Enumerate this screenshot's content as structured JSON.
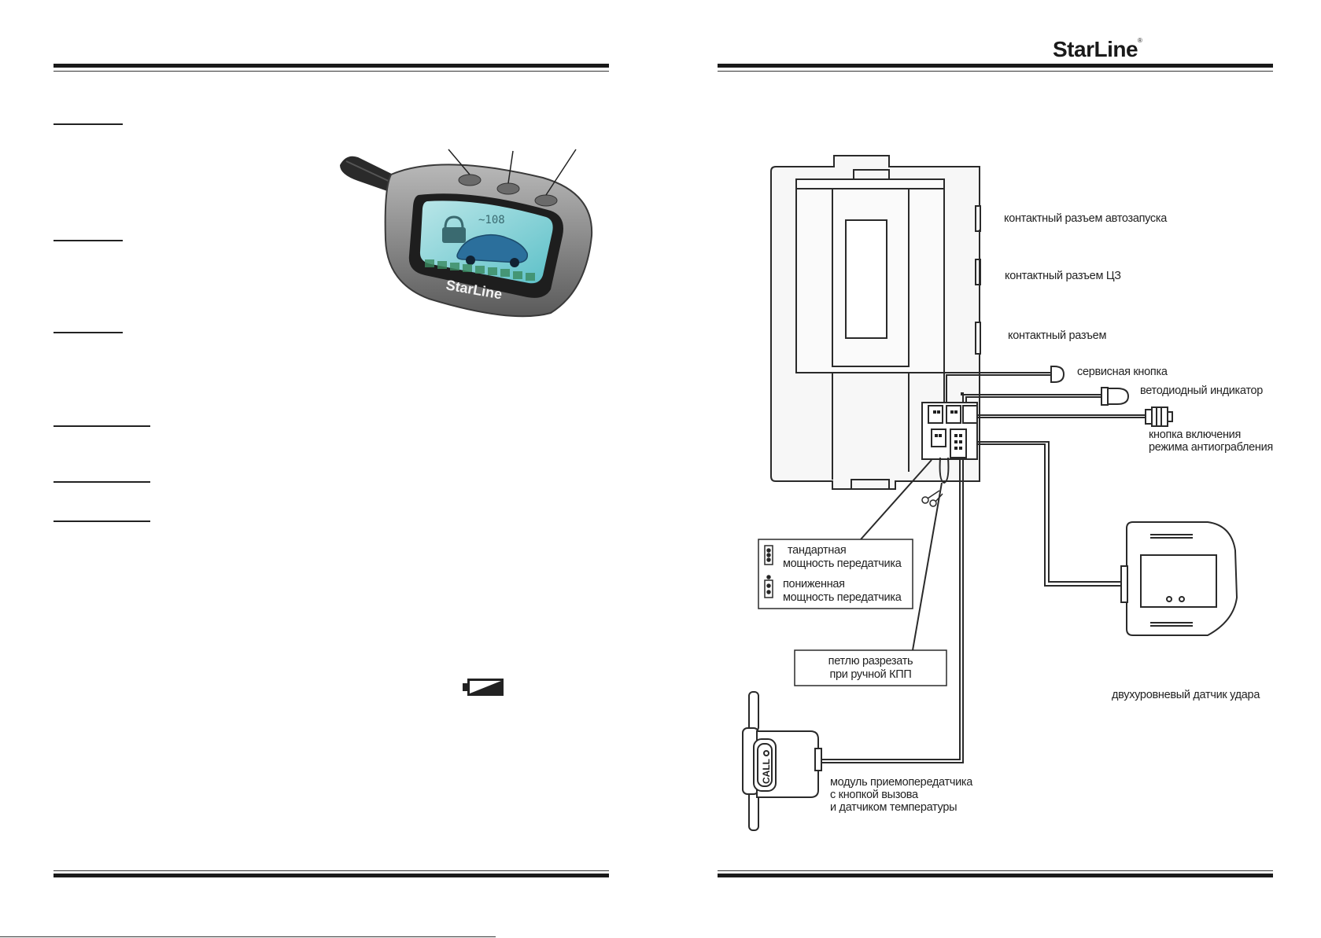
{
  "header": {
    "brand": "StarLine",
    "brand_mark": "®"
  },
  "remote": {
    "brand": "StarLine",
    "display_text": "~108"
  },
  "diagram": {
    "labels": {
      "autostart_connector": "контактный разъем автозапуска",
      "central_lock_connector": "контактный разъем ЦЗ",
      "connector": "контактный разъем",
      "service_button": "сервисная кнопка",
      "led_indicator": "ветодиодный индикатор",
      "antihijack_button_1": "кнопка включения",
      "antihijack_button_2": "режима антиограбления",
      "standard_power_1": "тандартная",
      "standard_power_2": "мощность передатчика",
      "reduced_power_1": "пониженная",
      "reduced_power_2": "мощность передатчика",
      "loop_cut_1": "петлю разрезать",
      "loop_cut_2": "при ручной КПП",
      "shock_sensor": "двухуровневый датчик удара",
      "transceiver_1": "модуль приемопередатчика",
      "transceiver_2": "с кнопкой вызова",
      "transceiver_3": "и датчиком температуры",
      "call_button": "CALL"
    }
  }
}
